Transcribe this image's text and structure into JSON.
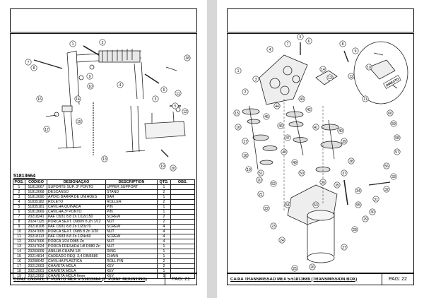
{
  "left_page": {
    "part_number": "51813664",
    "callouts": [
      "1",
      "2",
      "3",
      "4",
      "5",
      "6",
      "7",
      "8",
      "9",
      "10",
      "11",
      "12",
      "13",
      "14",
      "15",
      "16",
      "17",
      "18",
      "19",
      "20"
    ],
    "table": {
      "headers": [
        "POS.",
        "CÓDIGO",
        "DESIGNAÇÃO",
        "DESCRIPTION",
        "QTD.",
        "OBS."
      ],
      "rows": [
        [
          "1",
          "51813667",
          "SUPORTE SUP. 3º PONTO",
          "UPPER SUPPORT",
          "1",
          ""
        ],
        [
          "2",
          "51813668",
          "DESCANSO",
          "STAND",
          "2",
          ""
        ],
        [
          "3",
          "51813690",
          "APOIO BARRA DE UNIHOES",
          "BAR",
          "1",
          ""
        ],
        [
          "4",
          "51835182",
          "ROLETO",
          "ROLLER",
          "2",
          ""
        ],
        [
          "5",
          "51835181",
          "CAVILHA QUINADA",
          "PIN",
          "1",
          ""
        ],
        [
          "6",
          "51813669",
          "CAVILHA 3º PONTO",
          "PIN",
          "1",
          ""
        ],
        [
          "7",
          "20218241",
          "PAF. D931 8.8 Zn 1/12x150",
          "SCREW",
          "2",
          ""
        ],
        [
          "8",
          "20247125",
          "PORCA SEXT. D980V 8 Zn 1/12",
          "NUT",
          "2",
          ""
        ],
        [
          "9",
          "20218108",
          "PAF. D931 8.8 Zn 1/20x70",
          "SCREW",
          "4",
          ""
        ],
        [
          "10",
          "20247005",
          "PORCA SEXT. D985 8 Zn 1/20",
          "NUT",
          "4",
          ""
        ],
        [
          "11",
          "20218113",
          "PAF. D933 8.8 Zn 1/24x60",
          "SCREW",
          "4",
          ""
        ],
        [
          "12",
          "20247006",
          "PORCA 1/24 D985 Zn",
          "NUT",
          "4",
          ""
        ],
        [
          "13",
          "20247024",
          "PORCA FRESADA 1/8 D980 Zn",
          "NUT",
          "1",
          ""
        ],
        [
          "14",
          "20203009",
          "ANILHA CHAPA 1/8",
          "RING",
          "1",
          ""
        ],
        [
          "15",
          "20214814",
          "CADEADO REQ. 3,4 DIN5686",
          "CHAIN",
          "1",
          ""
        ],
        [
          "16",
          "20208042",
          "CAVILHA PLASTICA",
          "ROLL PIN",
          "2",
          ""
        ],
        [
          "17",
          "20212003",
          "CHAVETA MOLA",
          "KEY",
          "2",
          ""
        ],
        [
          "18",
          "20212001",
          "CHAVETA MOLA",
          "KEY",
          "1",
          ""
        ],
        [
          "19",
          "20212002",
          "CHAVETA MOLA 6mm",
          "KEY",
          "1",
          ""
        ]
      ]
    },
    "footer_title": "CONJ. ENGATE 3º PONTO MEX V-51813664 (3º POINT MOUNTING)",
    "page_label": "PAG: 21"
  },
  "right_page": {
    "callouts": [
      "1",
      "2",
      "3",
      "4",
      "5",
      "6",
      "7",
      "8",
      "9",
      "10",
      "11",
      "12",
      "13",
      "14",
      "15",
      "16",
      "17",
      "18",
      "19",
      "20",
      "21",
      "22",
      "23",
      "24",
      "25",
      "26",
      "27",
      "28",
      "29",
      "30",
      "31",
      "32",
      "33",
      "34",
      "35",
      "36",
      "37",
      "38",
      "39",
      "40",
      "41",
      "42",
      "43",
      "44",
      "45",
      "46",
      "47",
      "48",
      "49",
      "50",
      "51",
      "52",
      "53",
      "54",
      "55",
      "56",
      "57",
      "58",
      "59",
      "60"
    ],
    "stamp_text": "DIRECTO",
    "footer_title": "CAIXA TRANSMISSÃO MEX 5-51813689 (TRANSMISSION BOX)",
    "page_label": "PAG: 22"
  },
  "colors": {
    "ink": "#111111",
    "paper": "#ffffff",
    "gap": "#d7d7d7"
  }
}
